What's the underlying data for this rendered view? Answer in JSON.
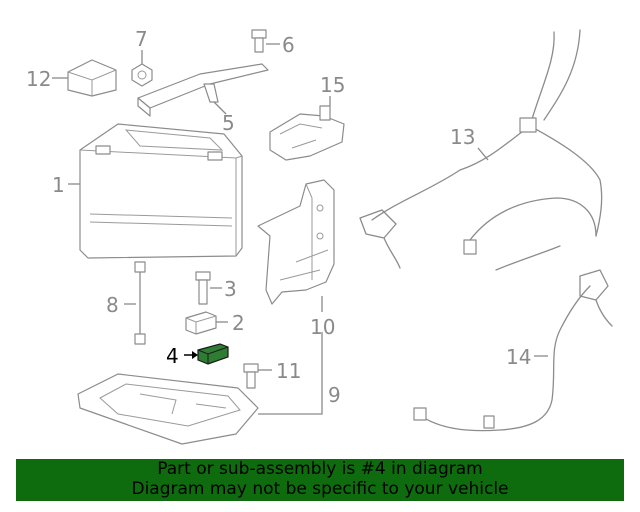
{
  "callouts": {
    "c1": "1",
    "c2": "2",
    "c3": "3",
    "c4": "4",
    "c5": "5",
    "c6": "6",
    "c7": "7",
    "c8": "8",
    "c9": "9",
    "c10": "10",
    "c11": "11",
    "c12": "12",
    "c13": "13",
    "c14": "14",
    "c15": "15"
  },
  "highlight": {
    "part_number": "4",
    "color": "#2e7d32"
  },
  "banner": {
    "line1": "Part or sub-assembly is #4 in diagram",
    "line2": "Diagram may not be specific to your vehicle",
    "background": "#0e6b0e"
  }
}
